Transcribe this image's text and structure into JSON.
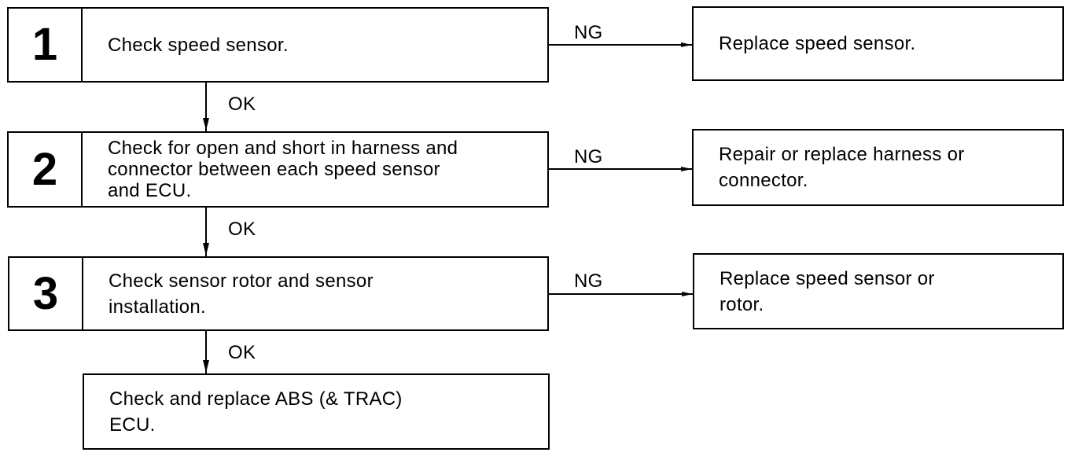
{
  "steps": [
    {
      "number": "1",
      "text": "Check speed sensor."
    },
    {
      "number": "2",
      "text": "Check for open and short in harness and\nconnector between each speed sensor\nand ECU."
    },
    {
      "number": "3",
      "text": "Check sensor rotor and sensor\ninstallation."
    }
  ],
  "ng_actions": [
    {
      "text": "Replace speed sensor."
    },
    {
      "text": "Repair or replace harness or\nconnector."
    },
    {
      "text": "Replace speed sensor or\nrotor."
    }
  ],
  "final_action": {
    "text": "Check and replace ABS (& TRAC)\nECU."
  },
  "labels": {
    "ng": "NG",
    "ok": "OK"
  }
}
